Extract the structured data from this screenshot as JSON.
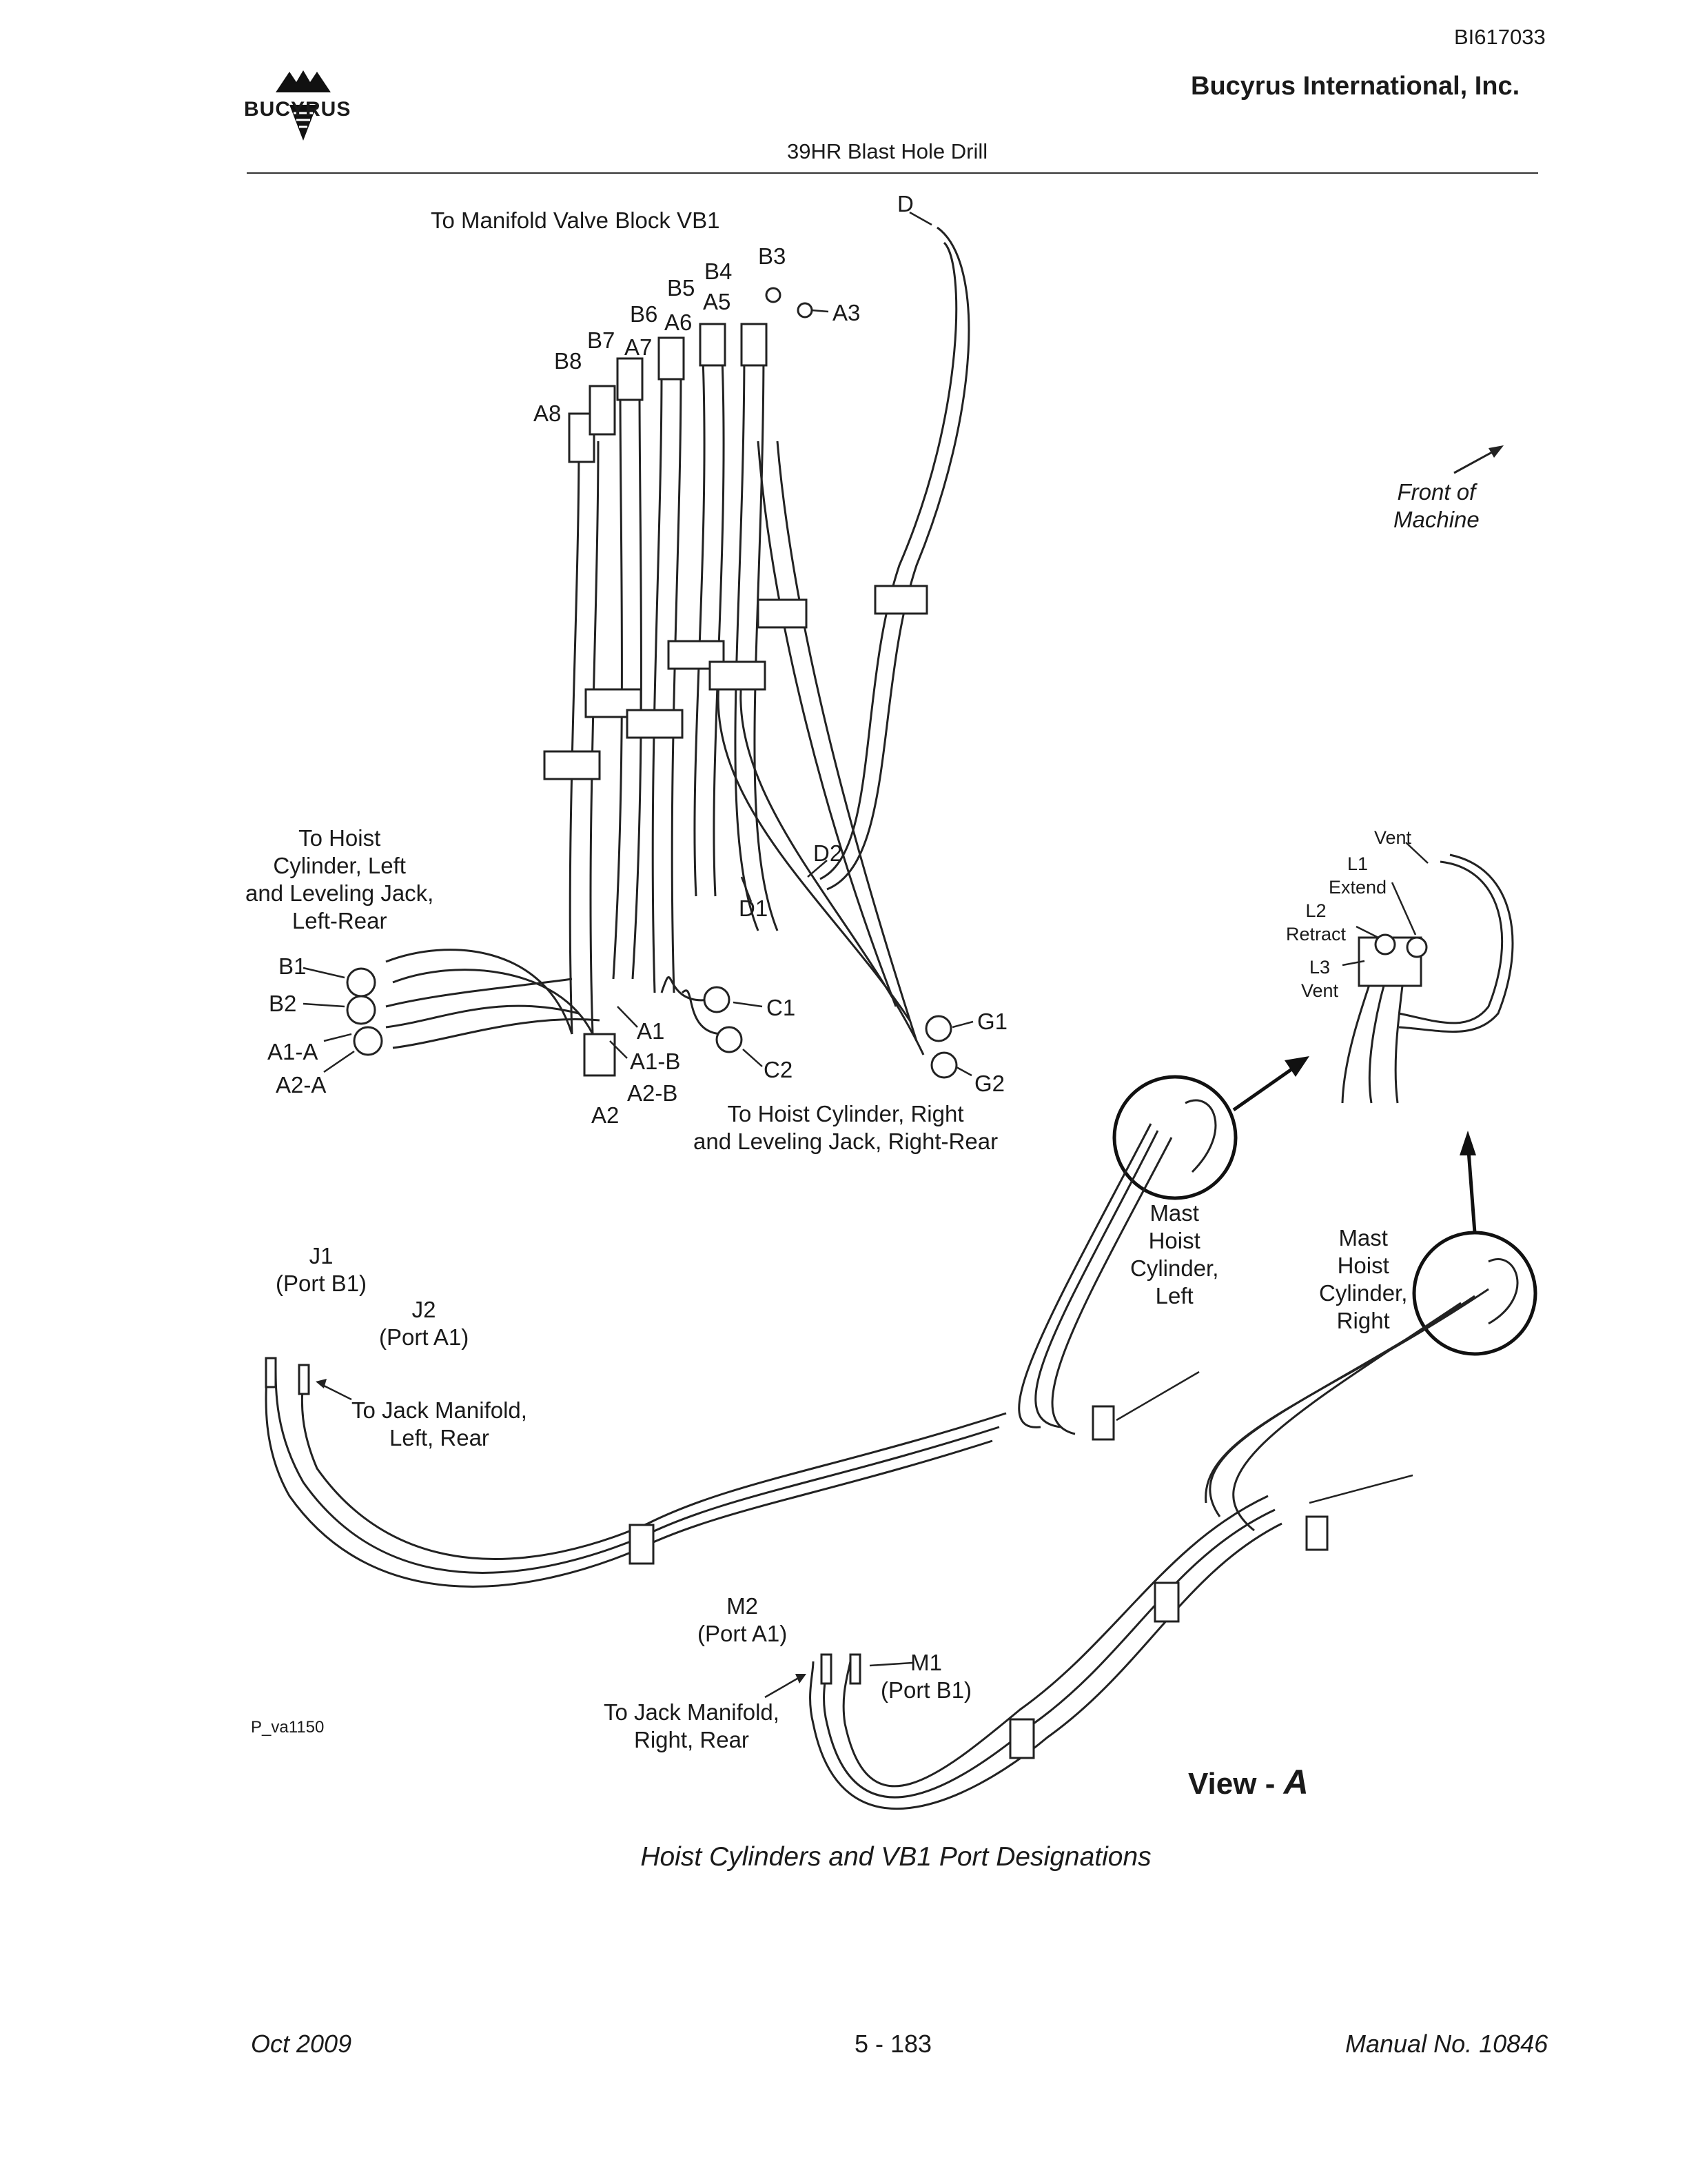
{
  "header": {
    "doc_id": "BI617033",
    "company": "Bucyrus International, Inc.",
    "model": "39HR Blast Hole Drill",
    "logo_text": "BUCYRUS"
  },
  "labels": {
    "manifold": "To Manifold Valve Block VB1",
    "D": "D",
    "B3": "B3",
    "B4": "B4",
    "B5": "B5",
    "A5": "A5",
    "A3": "A3",
    "B6": "B6",
    "A6": "A6",
    "B7": "B7",
    "A7": "A7",
    "B8": "B8",
    "A8": "A8",
    "front": "Front of\nMachine",
    "hoist_left": "To Hoist\nCylinder, Left\nand Leveling Jack,\nLeft-Rear",
    "D2": "D2",
    "D1": "D1",
    "B1": "B1",
    "B2": "B2",
    "A1A": "A1-A",
    "A2A": "A2-A",
    "A1": "A1",
    "A1B": "A1-B",
    "A2B": "A2-B",
    "A2": "A2",
    "C1": "C1",
    "C2": "C2",
    "G1": "G1",
    "G2": "G2",
    "hoist_right": "To Hoist Cylinder, Right\nand Leveling Jack, Right-Rear",
    "vent_top": "Vent",
    "L1": "L1\nExtend",
    "L2": "L2\nRetract",
    "L3": "L3\nVent",
    "mast_left": "Mast\nHoist\nCylinder,\nLeft",
    "mast_right": "Mast\nHoist\nCylinder,\nRight",
    "J1": "J1\n(Port B1)",
    "J2": "J2\n(Port A1)",
    "jack_left": "To Jack Manifold,\nLeft, Rear",
    "M2": "M2\n(Port A1)",
    "M1": "M1\n(Port B1)",
    "jack_right": "To Jack Manifold,\nRight, Rear"
  },
  "view_label": "View - ",
  "view_letter": "A",
  "drawing_ref": "P_va1150",
  "caption": "Hoist Cylinders and VB1 Port Designations",
  "footer": {
    "date": "Oct 2009",
    "page": "5 - 183",
    "manual": "Manual No. 10846"
  }
}
